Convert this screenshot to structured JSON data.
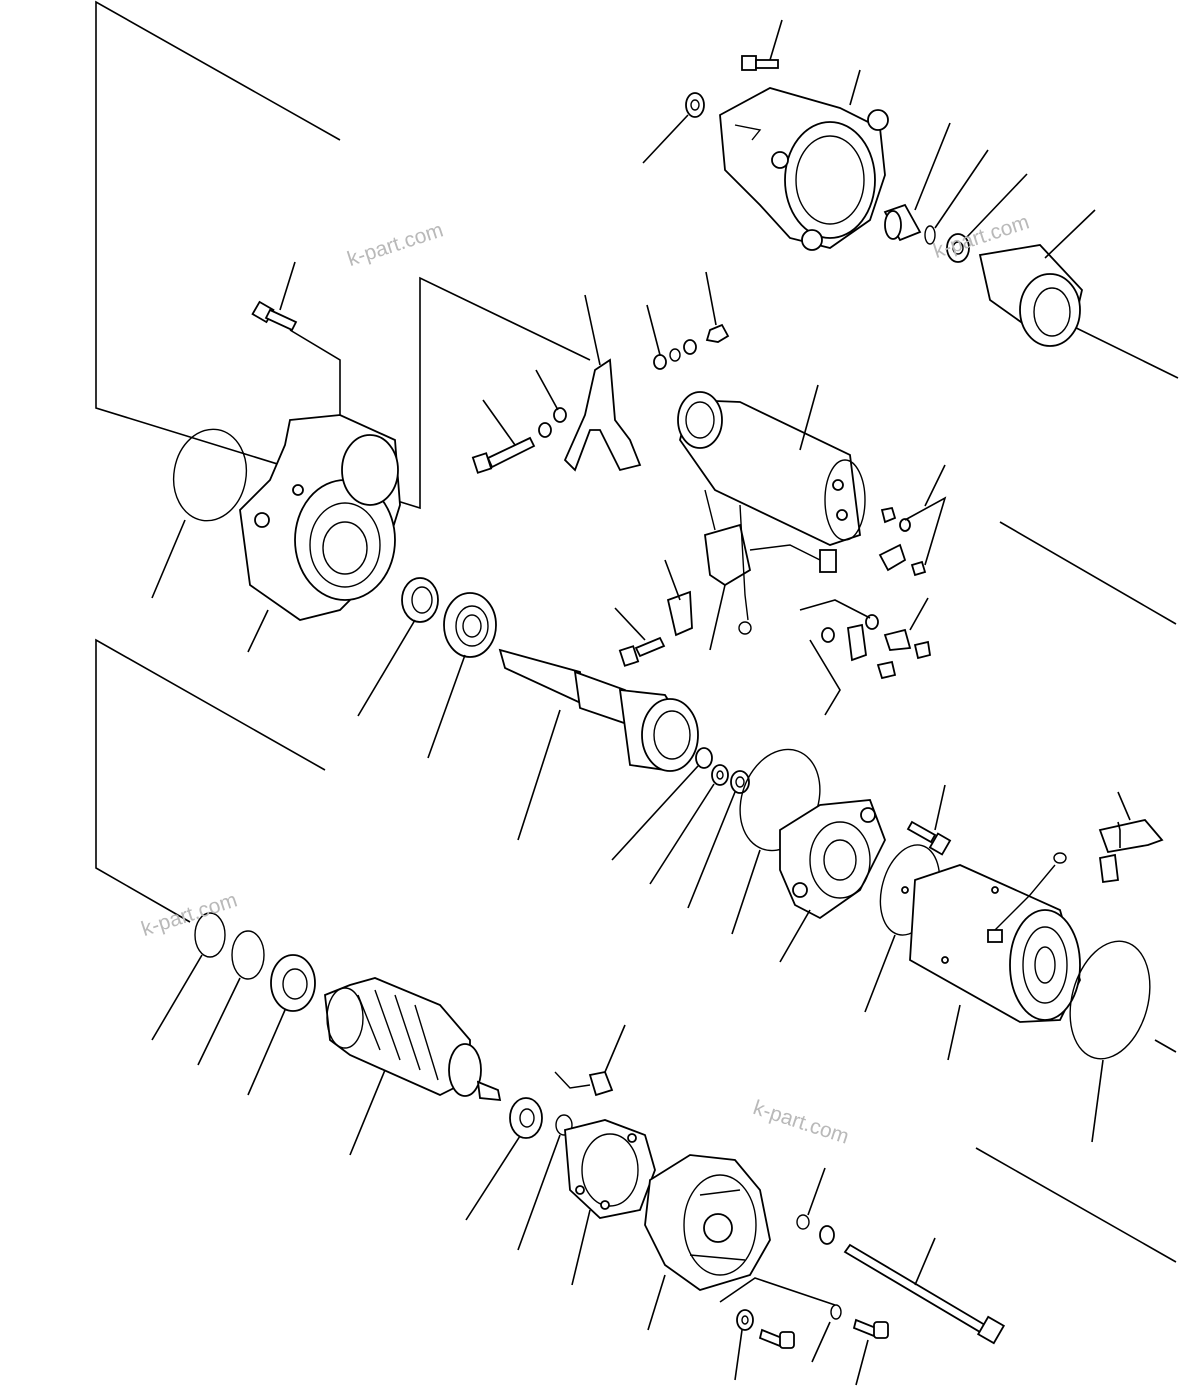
{
  "diagram": {
    "kind": "exploded parts view",
    "watermarks": [
      "k-part.com",
      "k-part.com",
      "k-part.com",
      "k-part.com"
    ]
  }
}
